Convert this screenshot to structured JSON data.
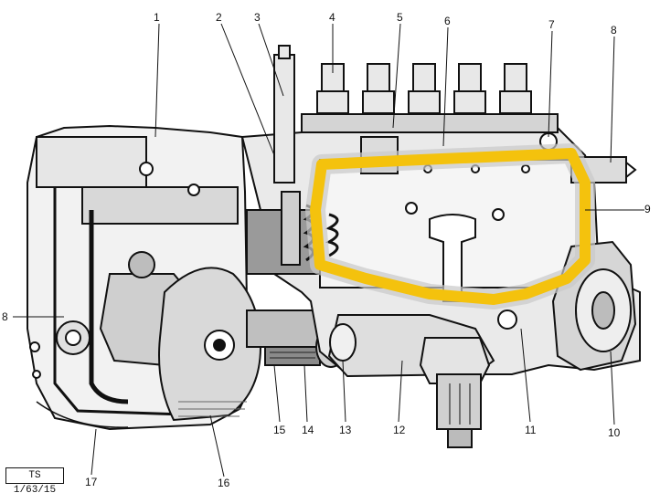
{
  "figure": {
    "reference_code": "TS 1/63/15",
    "callouts": [
      {
        "id": "1",
        "label": "1"
      },
      {
        "id": "2",
        "label": "2"
      },
      {
        "id": "3",
        "label": "3"
      },
      {
        "id": "4",
        "label": "4"
      },
      {
        "id": "5",
        "label": "5"
      },
      {
        "id": "6",
        "label": "6"
      },
      {
        "id": "7",
        "label": "7"
      },
      {
        "id": "8a",
        "label": "8"
      },
      {
        "id": "9",
        "label": "9"
      },
      {
        "id": "8b",
        "label": "8"
      },
      {
        "id": "10",
        "label": "10"
      },
      {
        "id": "11",
        "label": "11"
      },
      {
        "id": "12",
        "label": "12"
      },
      {
        "id": "13",
        "label": "13"
      },
      {
        "id": "14",
        "label": "14"
      },
      {
        "id": "15",
        "label": "15"
      },
      {
        "id": "16",
        "label": "16"
      },
      {
        "id": "17",
        "label": "17"
      }
    ]
  },
  "colors": {
    "ink": "#111111",
    "highlight": "#f4c20d",
    "highlight_glow": "#c9c9c9"
  }
}
